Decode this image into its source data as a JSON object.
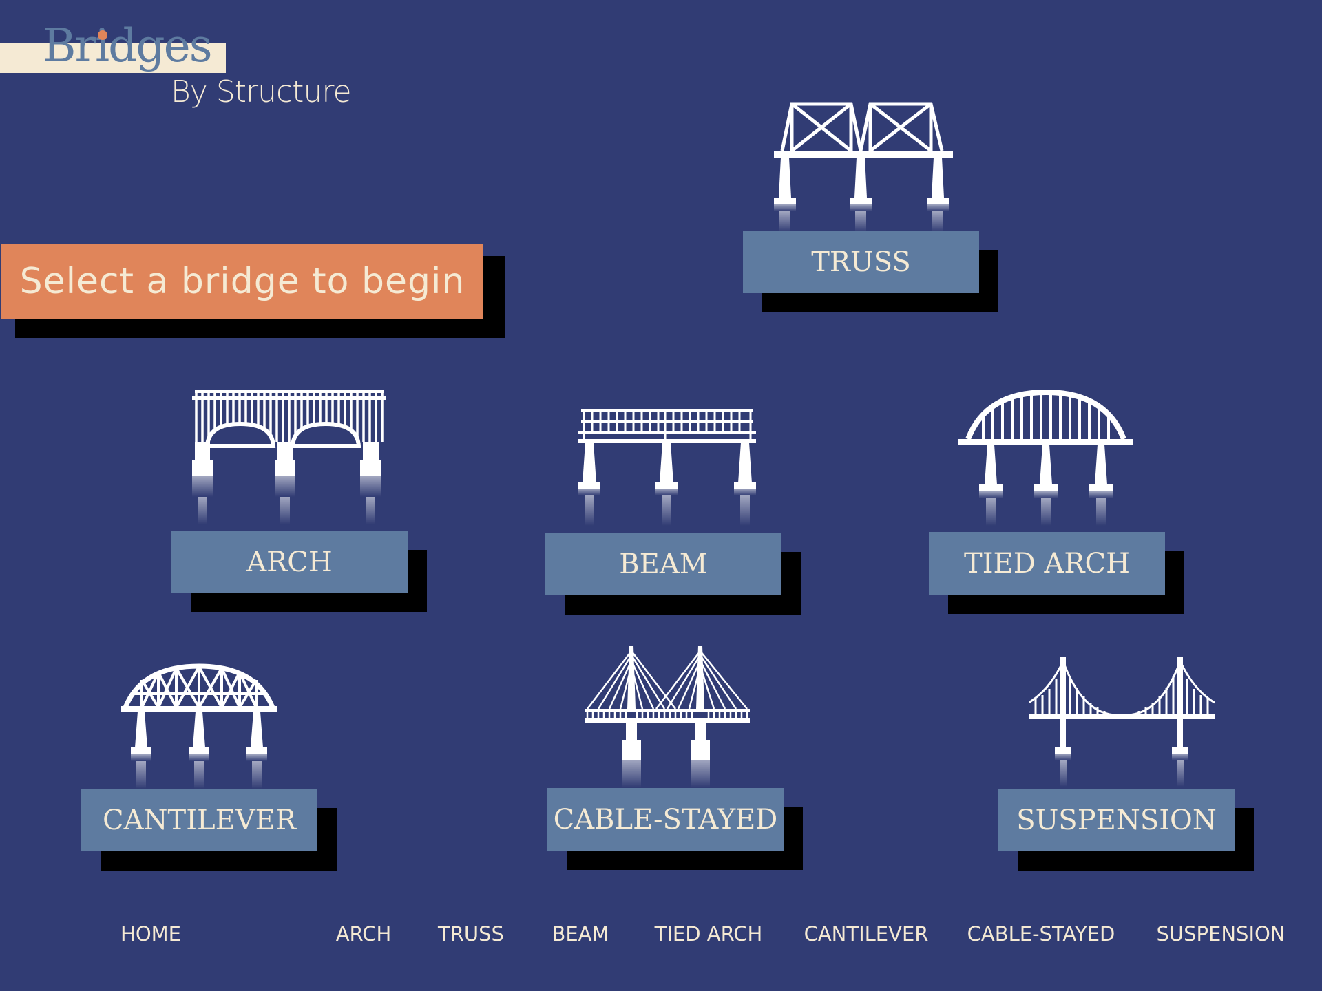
{
  "logo": {
    "title": "Bridges",
    "subtitle": "By Structure"
  },
  "banner": {
    "text": "Select a bridge to begin"
  },
  "colors": {
    "background": "#313c74",
    "label": "#5e7ba0",
    "text": "#f5ead4",
    "accent": "#e0855a",
    "shadow": "#000000"
  },
  "bridges": [
    {
      "label": "TRUSS",
      "icon": "truss-bridge-icon"
    },
    {
      "label": "ARCH",
      "icon": "arch-bridge-icon"
    },
    {
      "label": "BEAM",
      "icon": "beam-bridge-icon"
    },
    {
      "label": "TIED ARCH",
      "icon": "tied-arch-bridge-icon"
    },
    {
      "label": "CANTILEVER",
      "icon": "cantilever-bridge-icon"
    },
    {
      "label": "CABLE-STAYED",
      "icon": "cable-stayed-bridge-icon"
    },
    {
      "label": "SUSPENSION",
      "icon": "suspension-bridge-icon"
    }
  ],
  "nav": [
    "HOME",
    "ARCH",
    "TRUSS",
    "BEAM",
    "TIED ARCH",
    "CANTILEVER",
    "CABLE-STAYED",
    "SUSPENSION"
  ]
}
